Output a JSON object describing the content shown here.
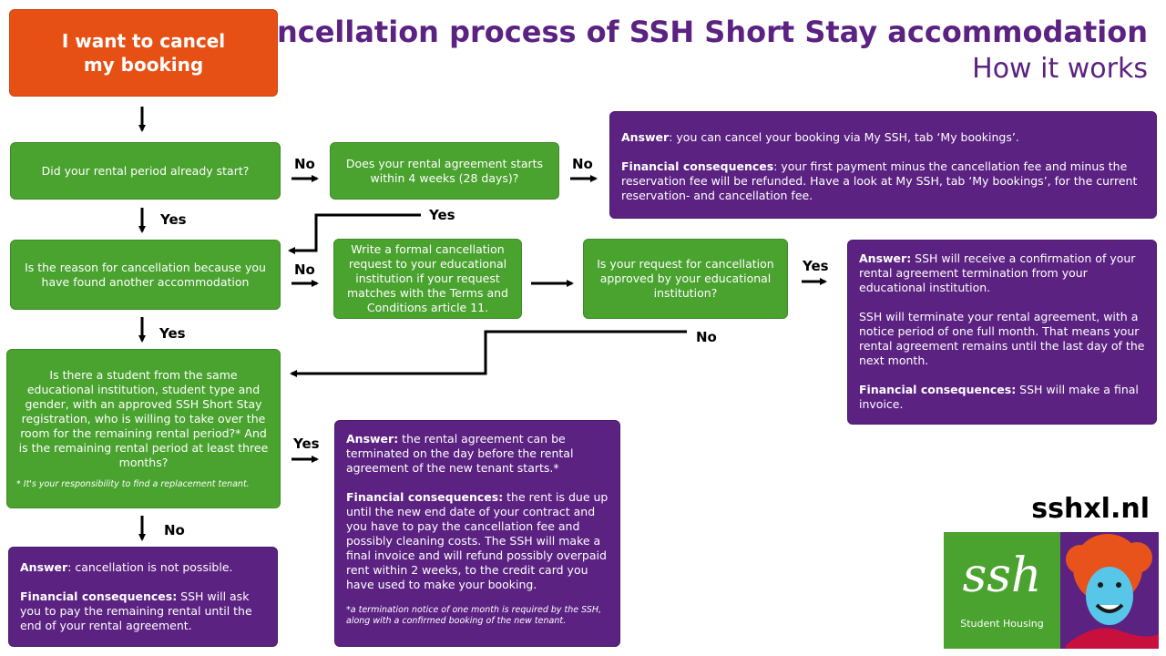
{
  "title": "Cancellation process of SSH Short Stay accommodation",
  "subtitle": "How it works",
  "site": "sshxl.nl",
  "colors": {
    "orange": "#e75014",
    "green": "#4aa22f",
    "purple": "#5b2282"
  },
  "start": {
    "line1": "I want to cancel",
    "line2": "my booking"
  },
  "q1": "Did your rental period already start?",
  "q2": "Does your rental agreement starts within 4 weeks (28 days)?",
  "q3": "Is the reason for cancellation because you have found another accommodation",
  "step_formal": "Write a formal cancellation request to your educational institution if your request matches with the Terms and Conditions article 11.",
  "q4": "Is your request for cancellation approved by your educational institution?",
  "q5": "Is there a student from the same educational institution, student type and gender, with an approved SSH Short Stay registration, who is willing to take over the room for the remaining rental period?* And is the remaining rental period at least three months?",
  "q5_note": "* It's your responsibility to find a replacement tenant.",
  "a1": {
    "answer_label": "Answer",
    "answer_text": ": you can cancel your booking via My SSH, tab ‘My bookings’.",
    "fin_label": "Financial consequences",
    "fin_text": ": your first payment minus the cancellation fee and minus the reservation fee will be refunded. Have a look at My SSH, tab ‘My bookings’, for the current reservation- and cancellation fee."
  },
  "a2": {
    "answer_label": "Answer:",
    "answer_text": " SSH will receive a confirmation of your rental agreement termination from your educational institution.",
    "middle_text": "SSH will terminate your rental agreement, with a notice period of one full month. That means your rental agreement remains until the last day of the next month.",
    "fin_label": "Financial consequences:",
    "fin_text": " SSH will make a final invoice."
  },
  "a3": {
    "answer_label": "Answer:",
    "answer_text": " the rental agreement can be terminated on the day before the rental agreement of the new tenant starts.*",
    "fin_label": "Financial consequences:",
    "fin_text": " the rent is due up until the new end date of your contract and you have to pay the cancellation fee and possibly cleaning costs. The SSH will make a final invoice and will refund possibly overpaid rent within 2 weeks, to the credit card you have used to make your booking.",
    "note": "*a termination notice of one month is required by the SSH, along with a confirmed booking of the new tenant."
  },
  "a4": {
    "answer_label": "Answer",
    "answer_text": ": cancellation is not possible.",
    "fin_label": "Financial consequences:",
    "fin_text": " SSH will ask you to pay the remaining rental until the end of your rental agreement."
  },
  "labels": {
    "yes": "Yes",
    "no": "No"
  },
  "logo": {
    "script": "ssh",
    "tagline": "Student Housing"
  }
}
